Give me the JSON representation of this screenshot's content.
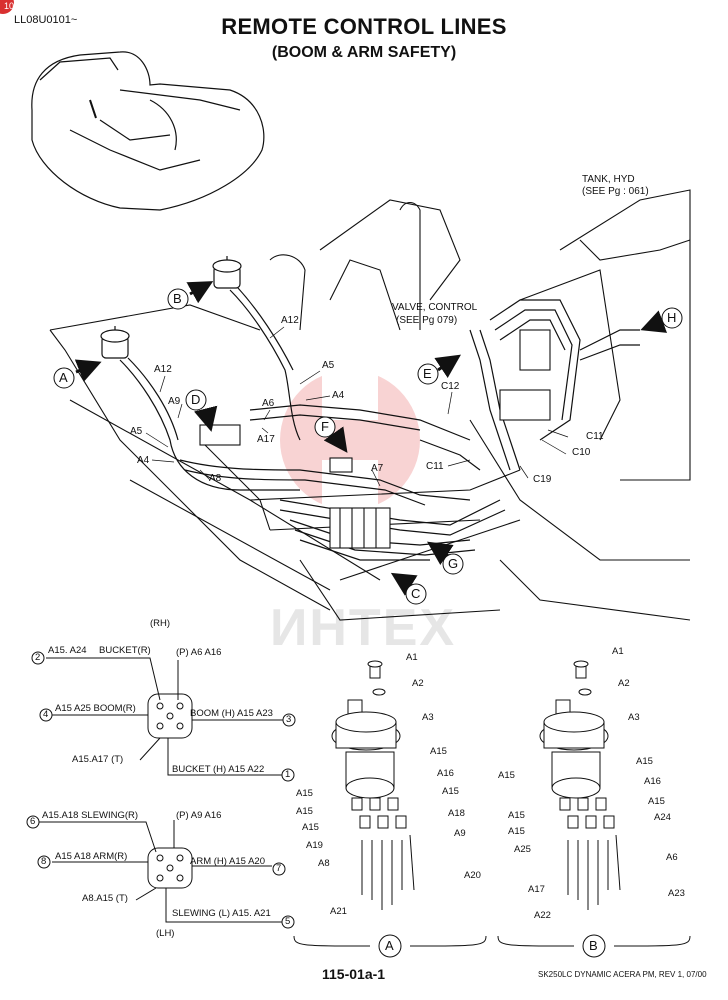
{
  "header": {
    "doc_id": "LL08U0101~",
    "title": "REMOTE CONTROL LINES",
    "subtitle": "(BOOM & ARM SAFETY)",
    "corner_badge": "10"
  },
  "notes": {
    "tank_line1": "TANK, HYD",
    "tank_line2": "(SEE Pg : 061)",
    "valve_line1": "VALVE, CONTROL",
    "valve_line2": "(SEE Pg  079)"
  },
  "callouts": {
    "A": "A",
    "B": "B",
    "C": "C",
    "D": "D",
    "E": "E",
    "F": "F",
    "G": "G",
    "H": "H"
  },
  "main_labels": {
    "a12_1": "A12",
    "a12_2": "A12",
    "a9": "A9",
    "a5_1": "A5",
    "a5_2": "A5",
    "a4_1": "A4",
    "a4_2": "A4",
    "a6": "A6",
    "a17": "A17",
    "a8": "A8",
    "a7": "A7",
    "c12": "C12",
    "c11_1": "C11",
    "c11_2": "C11",
    "c10": "C10",
    "c19": "C19"
  },
  "rh_pattern": {
    "header": "(RH)",
    "p1": "BUCKET(R)",
    "p1_prefix": "A15. A24",
    "p_pilot": "(P) A6 A16",
    "p4": "A15 A25 BOOM(R)",
    "p3": "BOOM (H) A15 A23",
    "t": "A15.A17 (T)",
    "p5": "BUCKET (H) A15 A22",
    "n2": "2",
    "n4": "4",
    "n3": "3",
    "n1": "1"
  },
  "lh_pattern": {
    "footer": "(LH)",
    "p6": "A15.A18 SLEWING(R)",
    "p_pilot": "(P) A9 A16",
    "p8": "A15 A18 ARM(R)",
    "p7": "ARM (H) A15 A20",
    "t": "A8.A15  (T)",
    "p5": "SLEWING (L) A15. A21",
    "n6": "6",
    "n8": "8",
    "n7": "7",
    "n5": "5"
  },
  "detail_a": {
    "letter": "A",
    "labels": [
      "A1",
      "A2",
      "A3",
      "A15",
      "A16",
      "A15",
      "A15",
      "A18",
      "A15",
      "A9",
      "A19",
      "A8",
      "A20",
      "A21",
      "A15"
    ]
  },
  "detail_b": {
    "letter": "B",
    "labels": [
      "A1",
      "A2",
      "A3",
      "A15",
      "A16",
      "A15",
      "A15",
      "A24",
      "A15",
      "A25",
      "A6",
      "A17",
      "A23",
      "A22",
      "A15"
    ]
  },
  "watermark": "ИНТЕХ",
  "footer": {
    "page": "115-01a-1",
    "model": "SK250LC DYNAMIC ACERA PM, REV 1, 07/00"
  }
}
